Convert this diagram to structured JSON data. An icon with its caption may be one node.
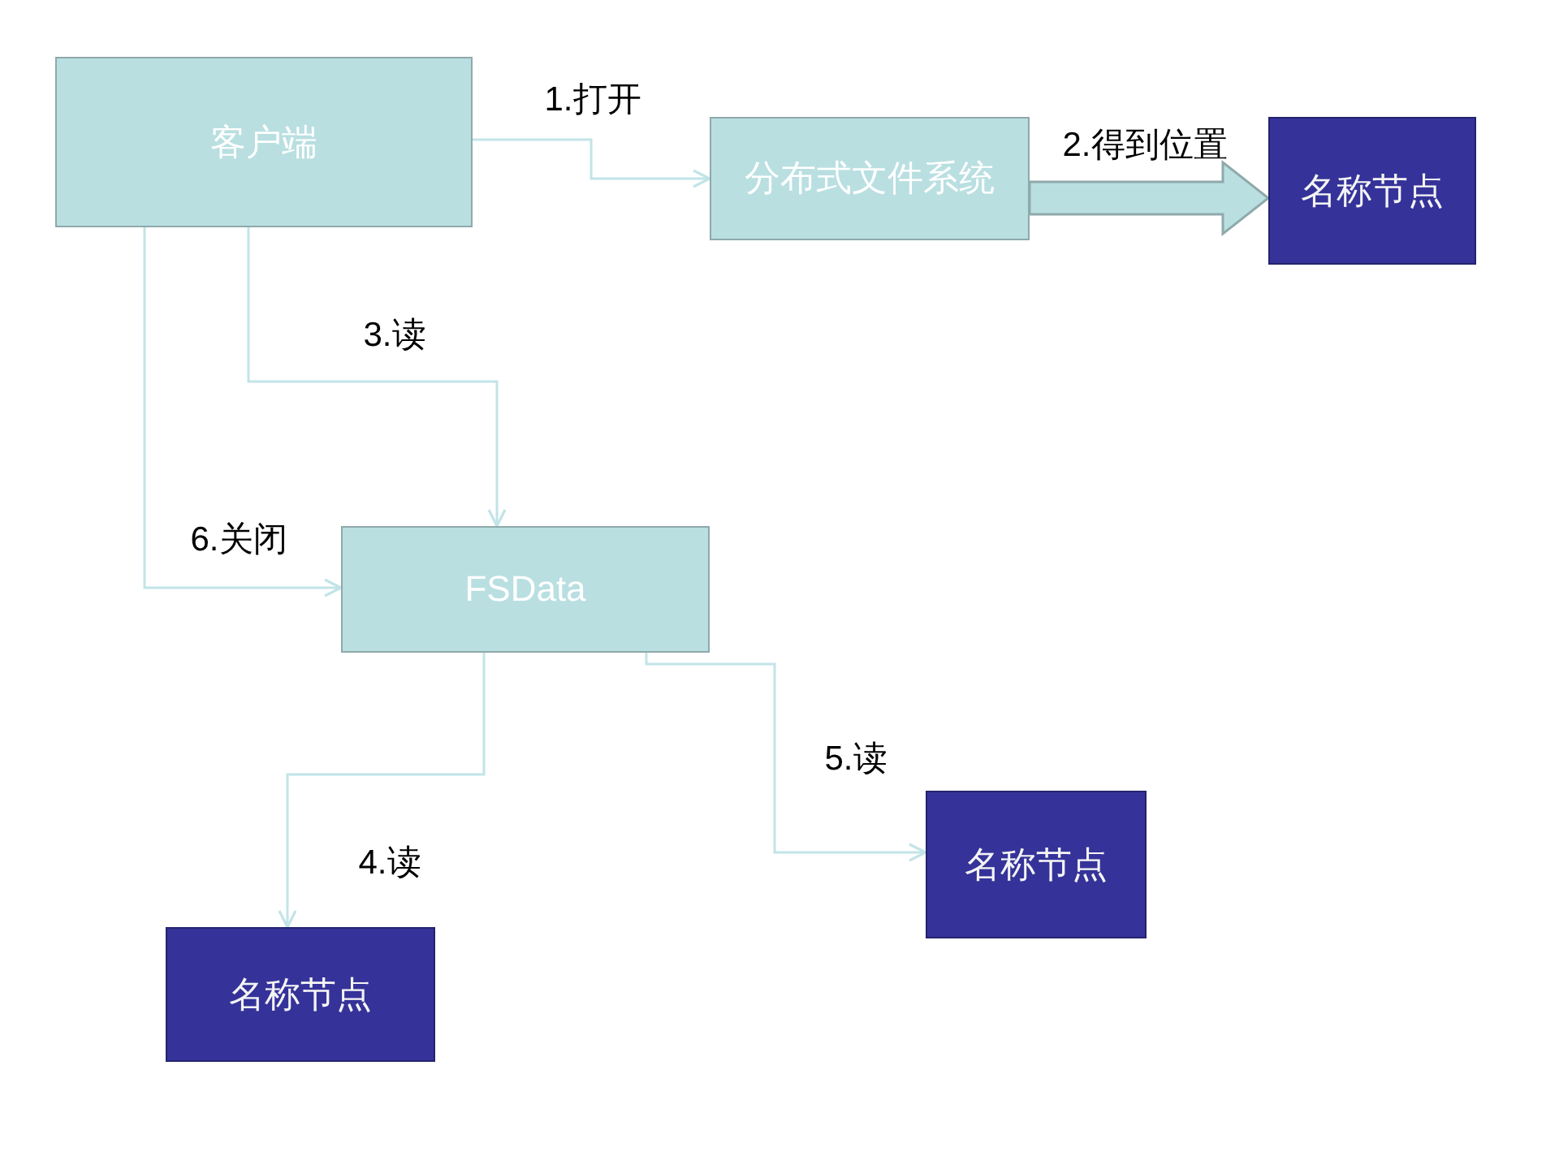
{
  "diagram": {
    "nodes": [
      {
        "text": [
          "客户端"
        ]
      },
      {
        "text": [
          "分布式文件系统"
        ]
      },
      {
        "text": [
          "名称节点"
        ]
      },
      {
        "text": [
          "FSData"
        ]
      },
      {
        "text": [
          "名称节点"
        ]
      },
      {
        "text": [
          "名称节点"
        ]
      }
    ],
    "edges": [
      {
        "from": 0,
        "to": 1,
        "arrow": "to",
        "label": "1.打开"
      },
      {
        "from": 1,
        "to": 2,
        "arrow": "to",
        "label": "2.得到位置",
        "style": "thick"
      },
      {
        "from": 0,
        "to": 3,
        "arrow": "to",
        "label": "3.读"
      },
      {
        "from": 3,
        "to": 4,
        "arrow": "to",
        "label": "4.读"
      },
      {
        "from": 3,
        "to": 5,
        "arrow": "to",
        "label": "5.读"
      },
      {
        "from": 0,
        "to": 3,
        "arrow": "to",
        "label": "6.关闭"
      }
    ]
  }
}
